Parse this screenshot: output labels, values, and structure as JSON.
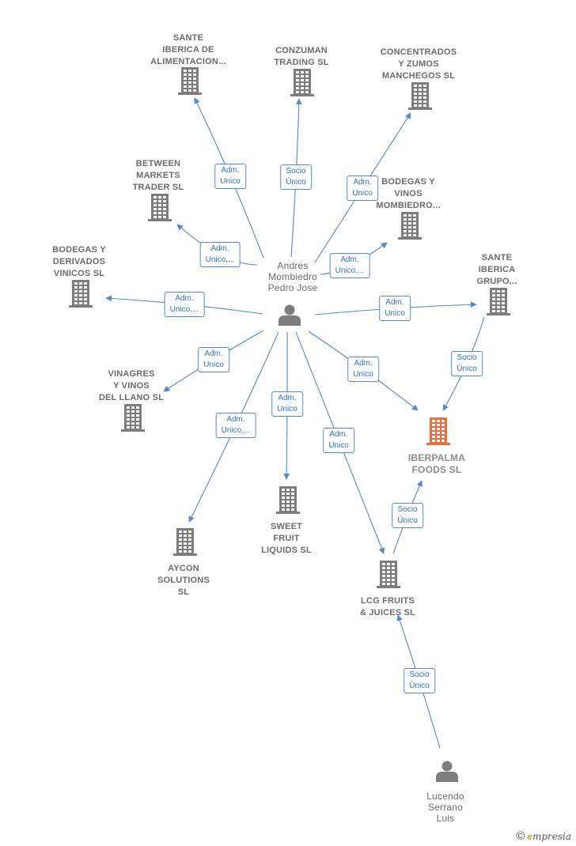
{
  "colors": {
    "edge": "#4a8ad8",
    "company": "#7d7d7d",
    "focus_company": "#f26b3a",
    "person": "#7d7d7d"
  },
  "nodes": [
    {
      "id": "sante_alim",
      "type": "company",
      "label": "SANTE\nIBERICA DE\nALIMENTACION..."
    },
    {
      "id": "conzuman",
      "type": "company",
      "label": "CONZUMAN\nTRADING  SL"
    },
    {
      "id": "concentrados",
      "type": "company",
      "label": "CONCENTRADOS\nY ZUMOS\nMANCHEGOS SL"
    },
    {
      "id": "between",
      "type": "company",
      "label": "BETWEEN\nMARKETS\nTRADER  SL"
    },
    {
      "id": "bodegas_vinos",
      "type": "company",
      "label": "BODEGAS Y\nVINOS\nMOMBIEDRO..."
    },
    {
      "id": "bodegas_deriv",
      "type": "company",
      "label": "BODEGAS Y\nDERIVADOS\nVINICOS SL"
    },
    {
      "id": "sante_grupo",
      "type": "company",
      "label": "SANTE\nIBERICA\nGRUPO..."
    },
    {
      "id": "vinagres",
      "type": "company",
      "label": "VINAGRES\nY VINOS\nDEL LLANO SL"
    },
    {
      "id": "iberpalma",
      "type": "focus",
      "label": "IBERPALMA\nFOODS  SL"
    },
    {
      "id": "sweet",
      "type": "company",
      "label": "SWEET\nFRUIT\nLIQUIDS  SL"
    },
    {
      "id": "aycon",
      "type": "company",
      "label": "AYCON\nSOLUTIONS\nSL"
    },
    {
      "id": "lcg",
      "type": "company",
      "label": "LCG FRUITS\n& JUICES  SL"
    },
    {
      "id": "andres",
      "type": "person",
      "label": "Andres\nMombiedro\nPedro Jose"
    },
    {
      "id": "lucendo",
      "type": "person",
      "label": "Lucendo\nSerrano\nLuis"
    }
  ],
  "edges": [
    {
      "from": "andres",
      "to": "sante_alim",
      "label": "Adm.\nUnico"
    },
    {
      "from": "andres",
      "to": "conzuman",
      "label": "Socio\nÚnico"
    },
    {
      "from": "andres",
      "to": "concentrados",
      "label": "Adm.\nUnico"
    },
    {
      "from": "andres",
      "to": "between",
      "label": "Adm.\nUnico,..."
    },
    {
      "from": "andres",
      "to": "bodegas_vinos",
      "label": "Adm.\nUnico,..."
    },
    {
      "from": "andres",
      "to": "bodegas_deriv",
      "label": "Adm.\nUnico,..."
    },
    {
      "from": "andres",
      "to": "sante_grupo",
      "label": "Adm.\nUnico"
    },
    {
      "from": "andres",
      "to": "vinagres",
      "label": "Adm.\nUnico"
    },
    {
      "from": "andres",
      "to": "iberpalma",
      "label": "Adm.\nUnico"
    },
    {
      "from": "andres",
      "to": "sweet",
      "label": "Adm.\nUnico"
    },
    {
      "from": "andres",
      "to": "aycon",
      "label": "Adm.\nUnico,..."
    },
    {
      "from": "andres",
      "to": "lcg",
      "label": "Adm.\nUnico"
    },
    {
      "from": "sante_grupo",
      "to": "iberpalma",
      "label": "Socio\nÚnico"
    },
    {
      "from": "lcg",
      "to": "iberpalma",
      "label": "Socio\nÚnico"
    },
    {
      "from": "lucendo",
      "to": "lcg",
      "label": "Socio\nÚnico"
    }
  ],
  "footer": {
    "copyright_symbol": "©",
    "brand_initial": "e",
    "brand_rest": "mpresia"
  }
}
